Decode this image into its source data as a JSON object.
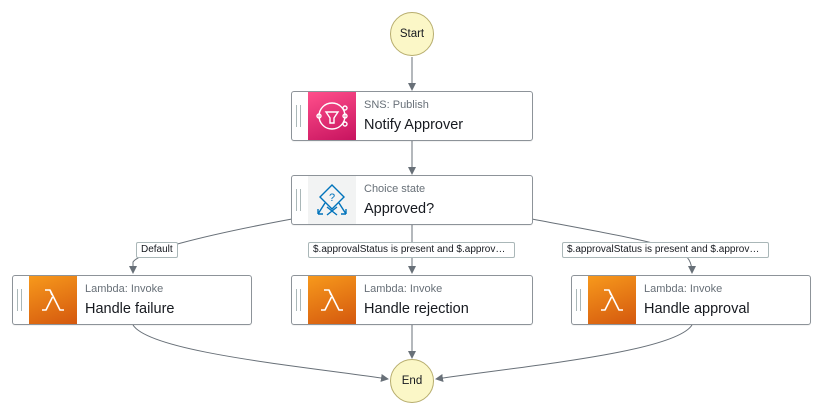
{
  "start": {
    "label": "Start"
  },
  "end": {
    "label": "End"
  },
  "states": {
    "notify": {
      "type_label": "SNS: Publish",
      "name": "Notify Approver",
      "icon": "sns-icon"
    },
    "choice": {
      "type_label": "Choice state",
      "name": "Approved?",
      "icon": "choice-icon"
    },
    "failure": {
      "type_label": "Lambda: Invoke",
      "name": "Handle failure",
      "icon": "lambda-icon"
    },
    "rejection": {
      "type_label": "Lambda: Invoke",
      "name": "Handle rejection",
      "icon": "lambda-icon"
    },
    "approval": {
      "type_label": "Lambda: Invoke",
      "name": "Handle approval",
      "icon": "lambda-icon"
    }
  },
  "edge_labels": {
    "default": "Default",
    "rejection_rule": "$.approvalStatus is present and $.approv…",
    "approval_rule": "$.approvalStatus is present and $.approv…"
  },
  "colors": {
    "sns": "#e7157b",
    "lambda": "#ed7100",
    "terminal_fill": "#fbf7c7",
    "edge": "#687078"
  }
}
